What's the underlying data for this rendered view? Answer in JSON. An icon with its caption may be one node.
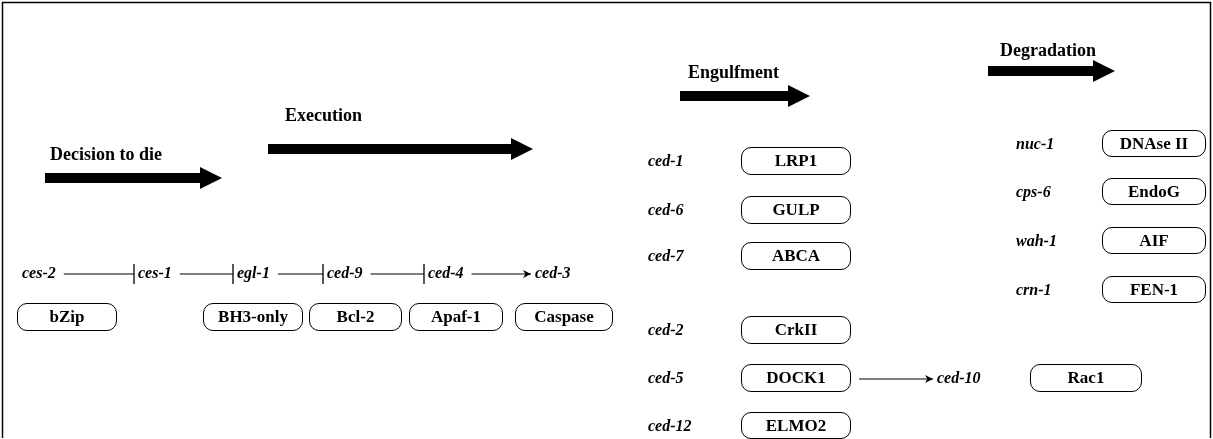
{
  "diagram": {
    "nodes": [
      {
        "text": [
          "ces-2"
        ]
      },
      {
        "text": [
          "ces-1"
        ]
      },
      {
        "text": [
          "egl-1"
        ]
      },
      {
        "text": [
          "ced-9"
        ]
      },
      {
        "text": [
          "ced-4"
        ]
      },
      {
        "text": [
          "ced-3"
        ]
      },
      {
        "text": [
          "bZip"
        ]
      },
      {
        "text": [
          "BH3-only"
        ]
      },
      {
        "text": [
          "Bcl-2"
        ]
      },
      {
        "text": [
          "Apaf-1"
        ]
      },
      {
        "text": [
          "Caspase"
        ]
      },
      {
        "text": [
          "LRP1"
        ],
        "beside": [
          "ced-1"
        ]
      },
      {
        "text": [
          "GULP"
        ],
        "beside": [
          "ced-6"
        ]
      },
      {
        "text": [
          "ABCA"
        ],
        "beside": [
          "ced-7"
        ]
      },
      {
        "text": [
          "CrkII"
        ],
        "beside": [
          "ced-2"
        ]
      },
      {
        "text": [
          "DOCK1"
        ],
        "beside": [
          "ced-5"
        ]
      },
      {
        "text": [
          "ced-10"
        ]
      },
      {
        "text": [
          "Rac1"
        ]
      },
      {
        "text": [
          "ELMO2"
        ],
        "beside": [
          "ced-12"
        ]
      },
      {
        "text": [
          "DNAse II"
        ],
        "beside": [
          "nuc-1"
        ]
      },
      {
        "text": [
          "EndoG"
        ],
        "beside": [
          "cps-6"
        ]
      },
      {
        "text": [
          "AIF"
        ],
        "beside": [
          "wah-1"
        ]
      },
      {
        "text": [
          "FEN-1"
        ],
        "beside": [
          "crn-1"
        ]
      }
    ],
    "edges": [
      {
        "from": 0,
        "to": 1,
        "arrow": "other"
      },
      {
        "from": 1,
        "to": 2,
        "arrow": "other"
      },
      {
        "from": 2,
        "to": 3,
        "arrow": "other"
      },
      {
        "from": 3,
        "to": 4,
        "arrow": "other"
      },
      {
        "from": 4,
        "to": 5,
        "arrow": "to"
      },
      {
        "from": 15,
        "to": 16,
        "arrow": "to"
      }
    ],
    "labels": [
      "Degradation",
      "Engulfment",
      "Execution",
      "Decision to die"
    ]
  }
}
